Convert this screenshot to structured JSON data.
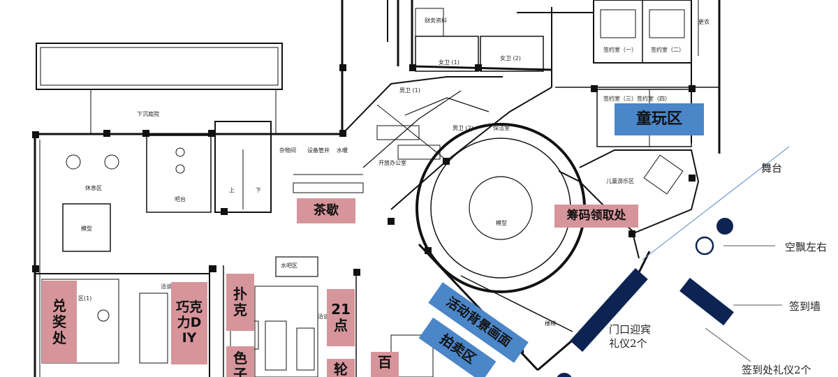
{
  "plan_labels": {
    "finance": "财务资料",
    "women_1": "女卫 (1)",
    "women_2": "女卫 (2)",
    "men_1": "男卫 (1)",
    "men_2": "男卫 (2)",
    "cleaning": "保洁室",
    "office": "开放办公室",
    "storage": "杂物间",
    "equipment": "设备管井",
    "water": "水暖",
    "sunken": "下沉庭院",
    "lounge": "休息区",
    "bar": "吧台",
    "model_left": "模型",
    "model_center": "模型",
    "kids": "儿童游乐区",
    "sign_1": "签约室（一）",
    "sign_2": "签约室（二）",
    "sign_34": "签约室（三）签约室（四）",
    "changing": "更衣",
    "water_bar": "水吧区",
    "stairs_up": "上",
    "stairs_down": "下",
    "talk_1": "洽谈",
    "talk_2": "洽谈",
    "elevator": "楼梯",
    "area": "区(1)"
  },
  "zones": {
    "kids_zone": "童玩区",
    "tea_break": "茶歇",
    "chip_desk": "筹码领取处",
    "prize": "兑奖处",
    "chocolate": "巧克力DIY",
    "poker": "扑克",
    "dice": "色子",
    "blackjack": "21点",
    "roulette": "轮",
    "baccarat": "百",
    "backdrop": "活动背景画面",
    "auction": "拍卖区"
  },
  "annotations": {
    "stage": "舞台",
    "balloons": "空飘左右",
    "sign_wall": "签到墙",
    "door_greeters": "门口迎宾\n礼仪2个",
    "signin_greeters": "签到处礼仪2个"
  },
  "colors": {
    "pink": "#d6959b",
    "blue": "#4a86c8",
    "navy": "#0d2452",
    "wall": "#111111"
  }
}
